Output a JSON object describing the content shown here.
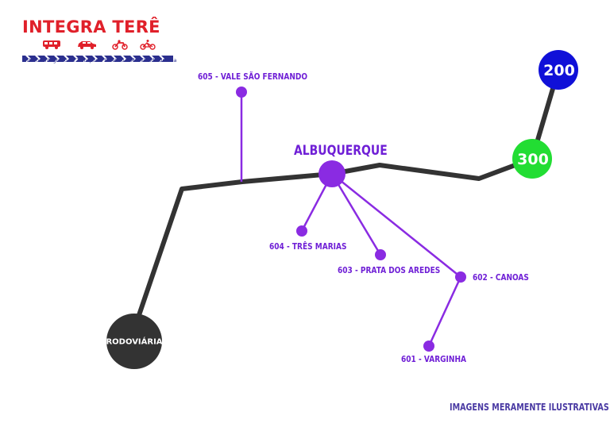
{
  "logo": {
    "title": "INTEGRA TERÊ",
    "subtitle": "Sistema Integrado de Transporte Coletivo e Mobilidade Urbana",
    "icons": [
      "bus-icon",
      "car-icon",
      "motorcycle-icon",
      "bicycle-icon"
    ]
  },
  "map": {
    "hub": "ALBUQUERQUE",
    "terminal": "RODOVIÁRIA",
    "connection_a": "300",
    "connection_b": "200",
    "stops": {
      "s605": "605 - VALE SÃO FERNANDO",
      "s604": "604 - TRÊS MARIAS",
      "s603": "603 - PRATA DOS AREDES",
      "s602": "602 - CANOAS",
      "s601": "601 - VARGINHA"
    }
  },
  "footer": "IMAGENS MERAMENTE ILUSTRATIVAS",
  "colors": {
    "trunk_line": "#333333",
    "branch_line": "#8a2be2",
    "hub": "#8a2be2",
    "terminal": "#333333",
    "route_300": "#22dd33",
    "route_200": "#1010d8",
    "logo_red": "#e0202a",
    "logo_blue": "#2b2f8e"
  }
}
